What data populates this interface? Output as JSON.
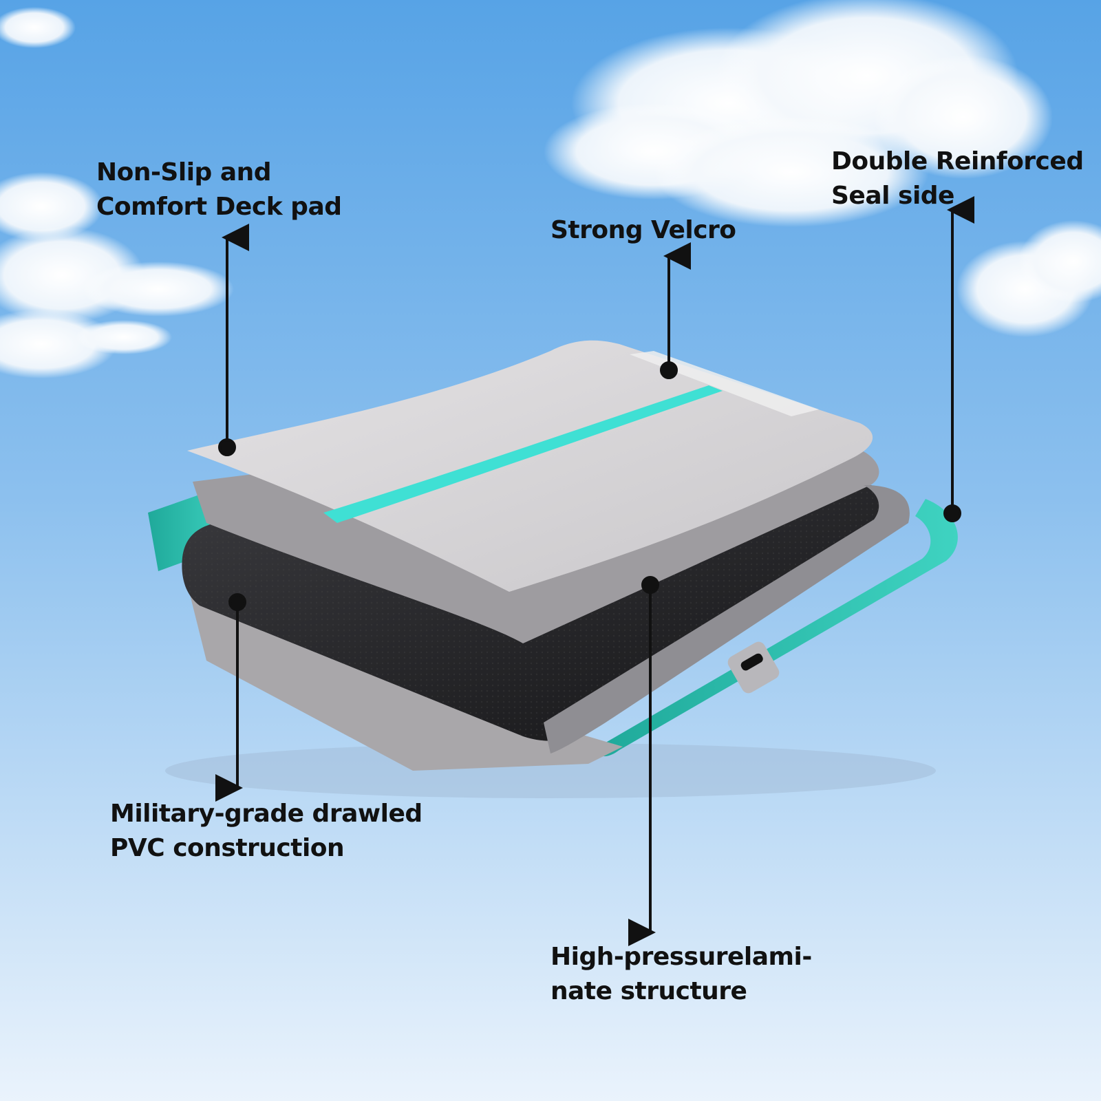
{
  "callouts": {
    "nonslip": {
      "line1": "Non-Slip and",
      "line2": "Comfort Deck pad"
    },
    "velcro": {
      "line1": "Strong Velcro"
    },
    "seal": {
      "line1": "Double Reinforced",
      "line2": "Seal side"
    },
    "pvc": {
      "line1": "Military-grade drawled",
      "line2": "PVC construction"
    },
    "laminate": {
      "line1": "High-pressurelami-",
      "line2": "nate structure"
    }
  },
  "colors": {
    "sky_top": "#5aa6e6",
    "sky_bottom": "#e8f2fb",
    "teal": "#2ec4b2",
    "deck_grey": "#d2d0d2",
    "mesh_black": "#1c1c1e",
    "text": "#111111"
  }
}
